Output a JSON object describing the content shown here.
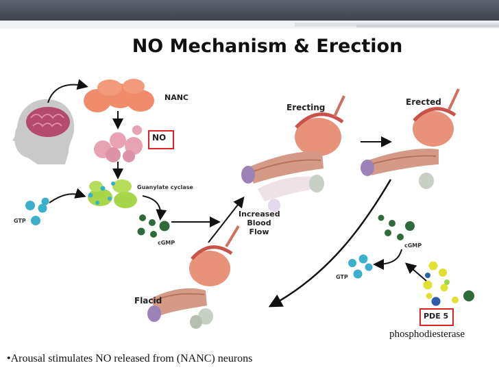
{
  "title": "NO Mechanism & Erection",
  "labels": {
    "nanc": "NANC",
    "no": "NO",
    "guanylate_cyclase": "Guanylate cyclase",
    "gtp_left": "GTP",
    "cgmp_left": "cGMP",
    "increased_line1": "Increased",
    "increased_line2": "Blood",
    "increased_line3": "Flow",
    "erecting": "Erecting",
    "erected": "Erected",
    "flacid": "Flacid",
    "cgmp_right": "cGMP",
    "gtp_right": "GTP",
    "pde5": "PDE 5",
    "phosphodiesterase": "phosphodiesterase"
  },
  "caption": "•Arousal stimulates NO released from (NANC) neurons",
  "colors": {
    "highlight_box": "#dd2222",
    "nanc_cells": "#f08c6c",
    "no_cells": "#e7a3b4",
    "guanylate": "#a8d64a",
    "gtp_dots": "#3ab0cc",
    "cgmp_dots": "#2f6b3a",
    "pde_dots": "#e2e030"
  },
  "icons": [
    "head-with-brain-icon",
    "nanc-cells-icon",
    "no-cells-icon",
    "guanylate-cyclase-icon",
    "organ-illustration-icon"
  ]
}
